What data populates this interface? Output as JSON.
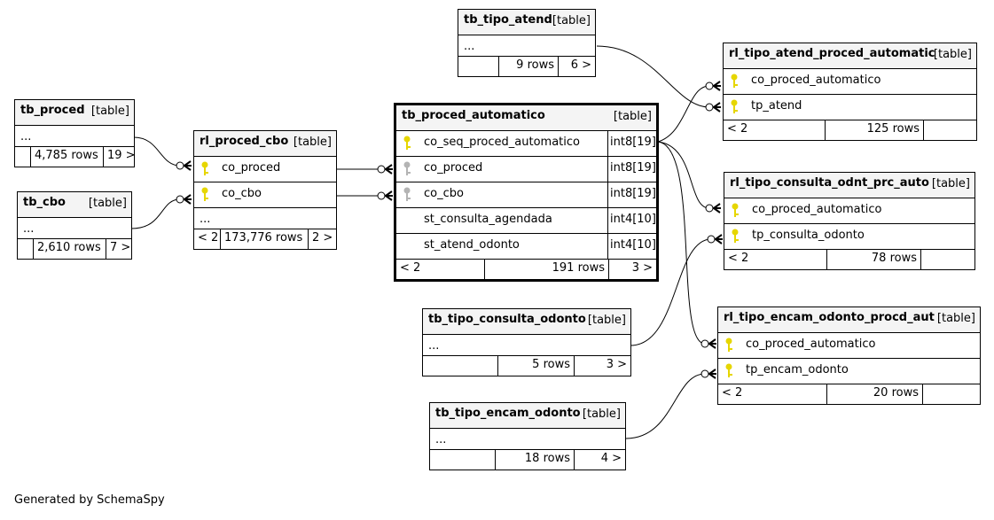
{
  "footer": "Generated by SchemaSpy",
  "colors": {
    "key_primary": "#e6d600",
    "key_foreign": "#b4b4b4",
    "border": "#000000",
    "header_bg": "#f4f4f4"
  },
  "tables": {
    "tb_tipo_atend": {
      "name": "tb_tipo_atend",
      "type": "[table]",
      "more": "...",
      "rows": "9 rows",
      "children": "6 >"
    },
    "tb_proced": {
      "name": "tb_proced",
      "type": "[table]",
      "more": "...",
      "rows": "4,785 rows",
      "children": "19 >"
    },
    "tb_cbo": {
      "name": "tb_cbo",
      "type": "[table]",
      "more": "...",
      "rows": "2,610 rows",
      "children": "7 >"
    },
    "rl_proced_cbo": {
      "name": "rl_proced_cbo",
      "type": "[table]",
      "columns": [
        {
          "name": "co_proced",
          "key": "primary"
        },
        {
          "name": "co_cbo",
          "key": "primary"
        }
      ],
      "more": "...",
      "parents": "< 2",
      "rows": "173,776 rows",
      "children": "2 >"
    },
    "tb_proced_automatico": {
      "name": "tb_proced_automatico",
      "type": "[table]",
      "columns": [
        {
          "name": "co_seq_proced_automatico",
          "datatype": "int8[19]",
          "key": "primary"
        },
        {
          "name": "co_proced",
          "datatype": "int8[19]",
          "key": "foreign"
        },
        {
          "name": "co_cbo",
          "datatype": "int8[19]",
          "key": "foreign"
        },
        {
          "name": "st_consulta_agendada",
          "datatype": "int4[10]",
          "key": "none"
        },
        {
          "name": "st_atend_odonto",
          "datatype": "int4[10]",
          "key": "none"
        }
      ],
      "parents": "< 2",
      "rows": "191 rows",
      "children": "3 >"
    },
    "rl_tipo_atend_proced_automatic": {
      "name": "rl_tipo_atend_proced_automatic",
      "type": "[table]",
      "columns": [
        {
          "name": "co_proced_automatico",
          "key": "primary"
        },
        {
          "name": "tp_atend",
          "key": "primary"
        }
      ],
      "parents": "< 2",
      "rows": "125 rows"
    },
    "rl_tipo_consulta_odnt_prc_auto": {
      "name": "rl_tipo_consulta_odnt_prc_auto",
      "type": "[table]",
      "columns": [
        {
          "name": "co_proced_automatico",
          "key": "primary"
        },
        {
          "name": "tp_consulta_odonto",
          "key": "primary"
        }
      ],
      "parents": "< 2",
      "rows": "78 rows"
    },
    "rl_tipo_encam_odonto_procd_aut": {
      "name": "rl_tipo_encam_odonto_procd_aut",
      "type": "[table]",
      "columns": [
        {
          "name": "co_proced_automatico",
          "key": "primary"
        },
        {
          "name": "tp_encam_odonto",
          "key": "primary"
        }
      ],
      "parents": "< 2",
      "rows": "20 rows"
    },
    "tb_tipo_consulta_odonto": {
      "name": "tb_tipo_consulta_odonto",
      "type": "[table]",
      "more": "...",
      "rows": "5 rows",
      "children": "3 >"
    },
    "tb_tipo_encam_odonto": {
      "name": "tb_tipo_encam_odonto",
      "type": "[table]",
      "more": "...",
      "rows": "18 rows",
      "children": "4 >"
    }
  }
}
